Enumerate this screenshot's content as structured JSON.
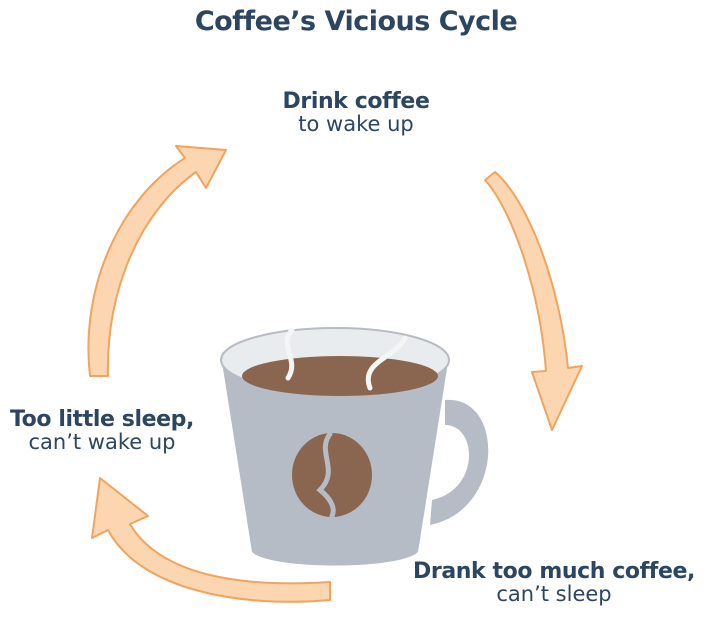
{
  "diagram": {
    "title": "Coffee’s Vicious Cycle",
    "nodes": [
      {
        "id": "top",
        "bold": "Drink coffee",
        "text": "to wake up"
      },
      {
        "id": "right",
        "bold": "Drank too much coffee,",
        "text": "can’t sleep"
      },
      {
        "id": "left",
        "bold": "Too little sleep,",
        "text": "can’t wake up"
      }
    ],
    "colors": {
      "text": "#2c4560",
      "arrow_fill": "#fbd6b0",
      "arrow_stroke": "#f0a45e",
      "mug": "#b5bcc6",
      "mug_rim": "#e9ecef",
      "coffee": "#8a6651",
      "bean": "#8a6651"
    }
  }
}
